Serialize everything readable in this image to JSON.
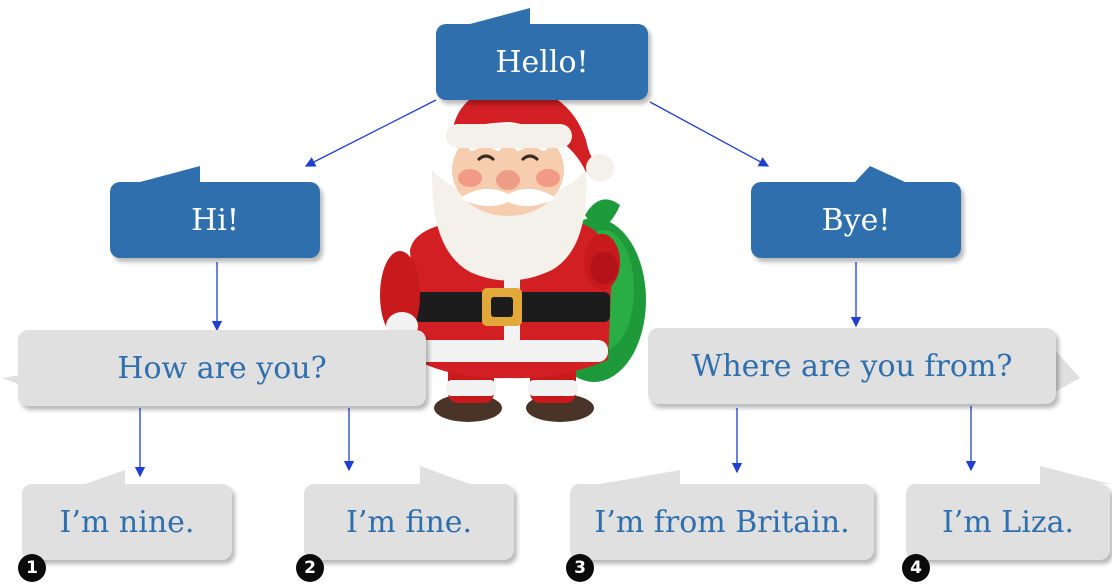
{
  "colors": {
    "blue": "#2f6fad",
    "grey": "#e0e0e0",
    "arrow": "#1f3fd0",
    "badge": "#0b0b0b"
  },
  "nodes": {
    "hello": "Hello!",
    "hi": "Hi!",
    "bye": "Bye!",
    "how_are_you": "How are you?",
    "where_from": "Where are you from?",
    "nine": "I’m nine.",
    "fine": "I’m fine.",
    "britain": "I’m from Britain.",
    "liza": "I’m Liza."
  },
  "badges": [
    "1",
    "2",
    "3",
    "4"
  ],
  "illustration": "santa-claus-with-green-sack"
}
